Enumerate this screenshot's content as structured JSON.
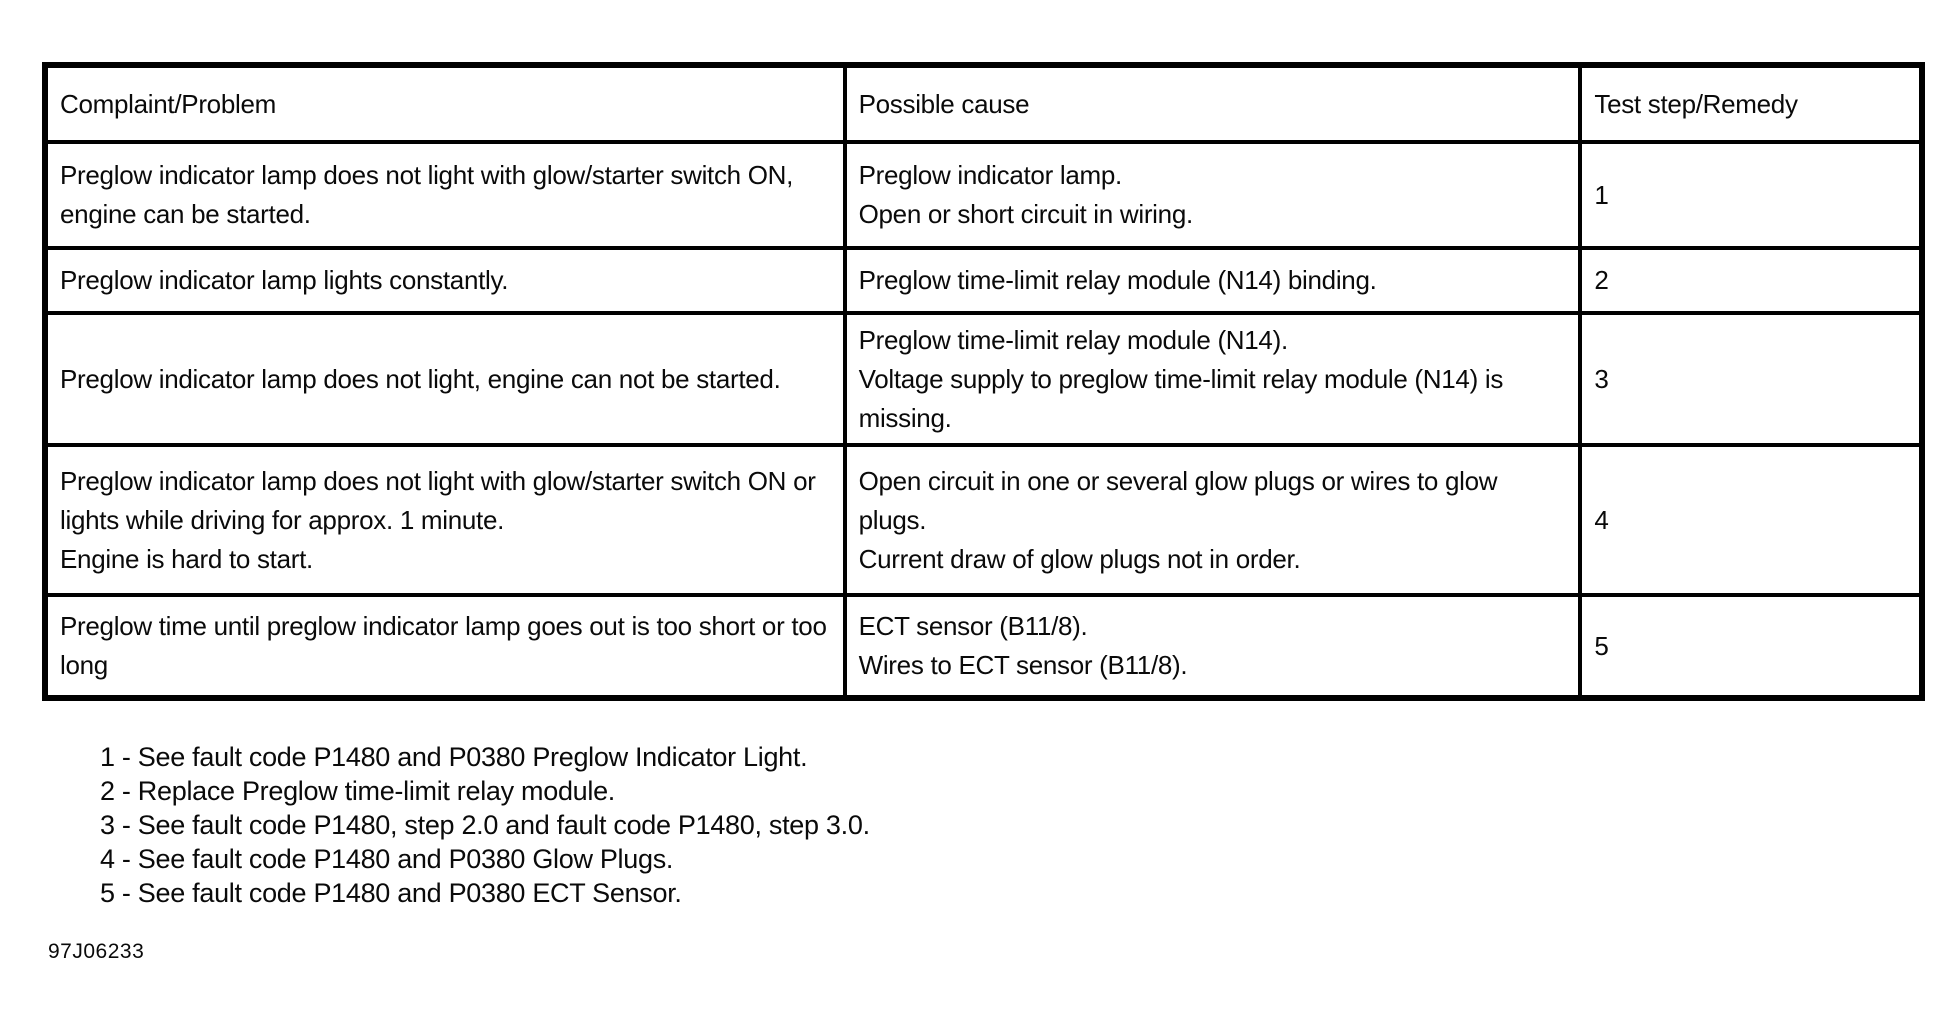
{
  "table": {
    "headers": [
      "Complaint/Problem",
      "Possible cause",
      "Test step/Remedy"
    ],
    "rows": [
      {
        "complaint": [
          "Preglow indicator lamp does not light with glow/starter switch ON, engine can be started."
        ],
        "cause": [
          "Preglow indicator lamp.",
          "Open or short circuit in wiring."
        ],
        "remedy": "1"
      },
      {
        "complaint": [
          "Preglow indicator lamp lights constantly."
        ],
        "cause": [
          "Preglow time-limit relay module (N14) binding."
        ],
        "remedy": "2"
      },
      {
        "complaint": [
          "Preglow indicator lamp does not light, engine can not be started."
        ],
        "cause": [
          "Preglow time-limit relay module (N14).",
          "Voltage supply to preglow time-limit relay module (N14) is missing."
        ],
        "remedy": "3"
      },
      {
        "complaint": [
          "Preglow indicator lamp does not light with glow/starter switch ON or lights while driving for approx. 1 minute.",
          "Engine is hard to start."
        ],
        "cause": [
          "Open circuit in one or several glow plugs or wires to glow plugs.",
          "Current draw of glow plugs not in order."
        ],
        "remedy": "4"
      },
      {
        "complaint": [
          "Preglow time until preglow indicator lamp goes out is too short or too long"
        ],
        "cause": [
          "ECT sensor (B11/8).",
          "Wires to ECT sensor (B11/8)."
        ],
        "remedy": "5"
      }
    ]
  },
  "notes": [
    "1 - See fault code P1480 and P0380 Preglow Indicator Light.",
    "2 - Replace Preglow time-limit relay module.",
    "3 - See fault code P1480, step 2.0 and fault code P1480, step 3.0.",
    "4 - See fault code P1480 and P0380 Glow Plugs.",
    "5 - See fault code P1480 and P0380 ECT Sensor."
  ],
  "doc_code": "97J06233"
}
